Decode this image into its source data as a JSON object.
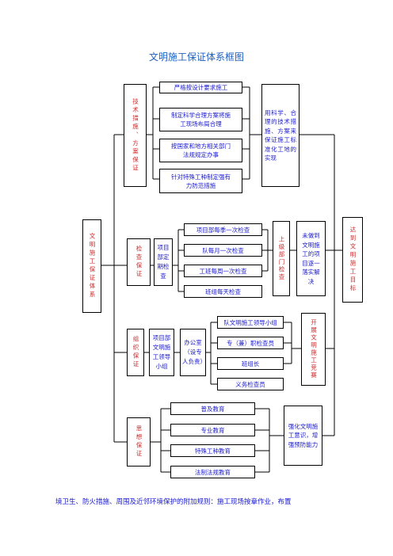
{
  "title": "文明施工保证体系框图",
  "root": "文明施工保证体系",
  "goal": "达到文明施工目标",
  "groups": [
    {
      "label": "技术措施、方案保证",
      "items": [
        "严格按设计要求施工",
        "制定科学合理方案将施工现场布局合理",
        "按国家和地方相关部门法规规定办事",
        "针对特殊工种制定强有力防范措施"
      ],
      "result": "用科学、合理的技术措施、方案来保证施工标准化工地的实现"
    },
    {
      "label": "检查保证",
      "mid": "项目部定期检查",
      "items": [
        "项目部每季一次检查",
        "队每月一次检查",
        "工班每周一次检查",
        "班组每天检查"
      ],
      "side": "上级部门检查",
      "result": "未做到文明施工的项目逐一落实解决"
    },
    {
      "label": "组织保证",
      "mid": "项目部文明施工领导小组",
      "office": "办公室（设专人负责）",
      "items": [
        "队文明施工领导小组",
        "专（兼）职检查员",
        "班组长",
        "义务检查员"
      ],
      "result": "开展文明施工竞赛"
    },
    {
      "label": "思想保证",
      "items": [
        "普及教育",
        "专业教育",
        "特殊工种教育",
        "法制法规教育"
      ],
      "result": "强化文明施工意识，增强预防能力"
    }
  ],
  "footer": "境卫生、防火措施、周围及近邻环境保护的附加规则：施工现场按章作业，布置"
}
